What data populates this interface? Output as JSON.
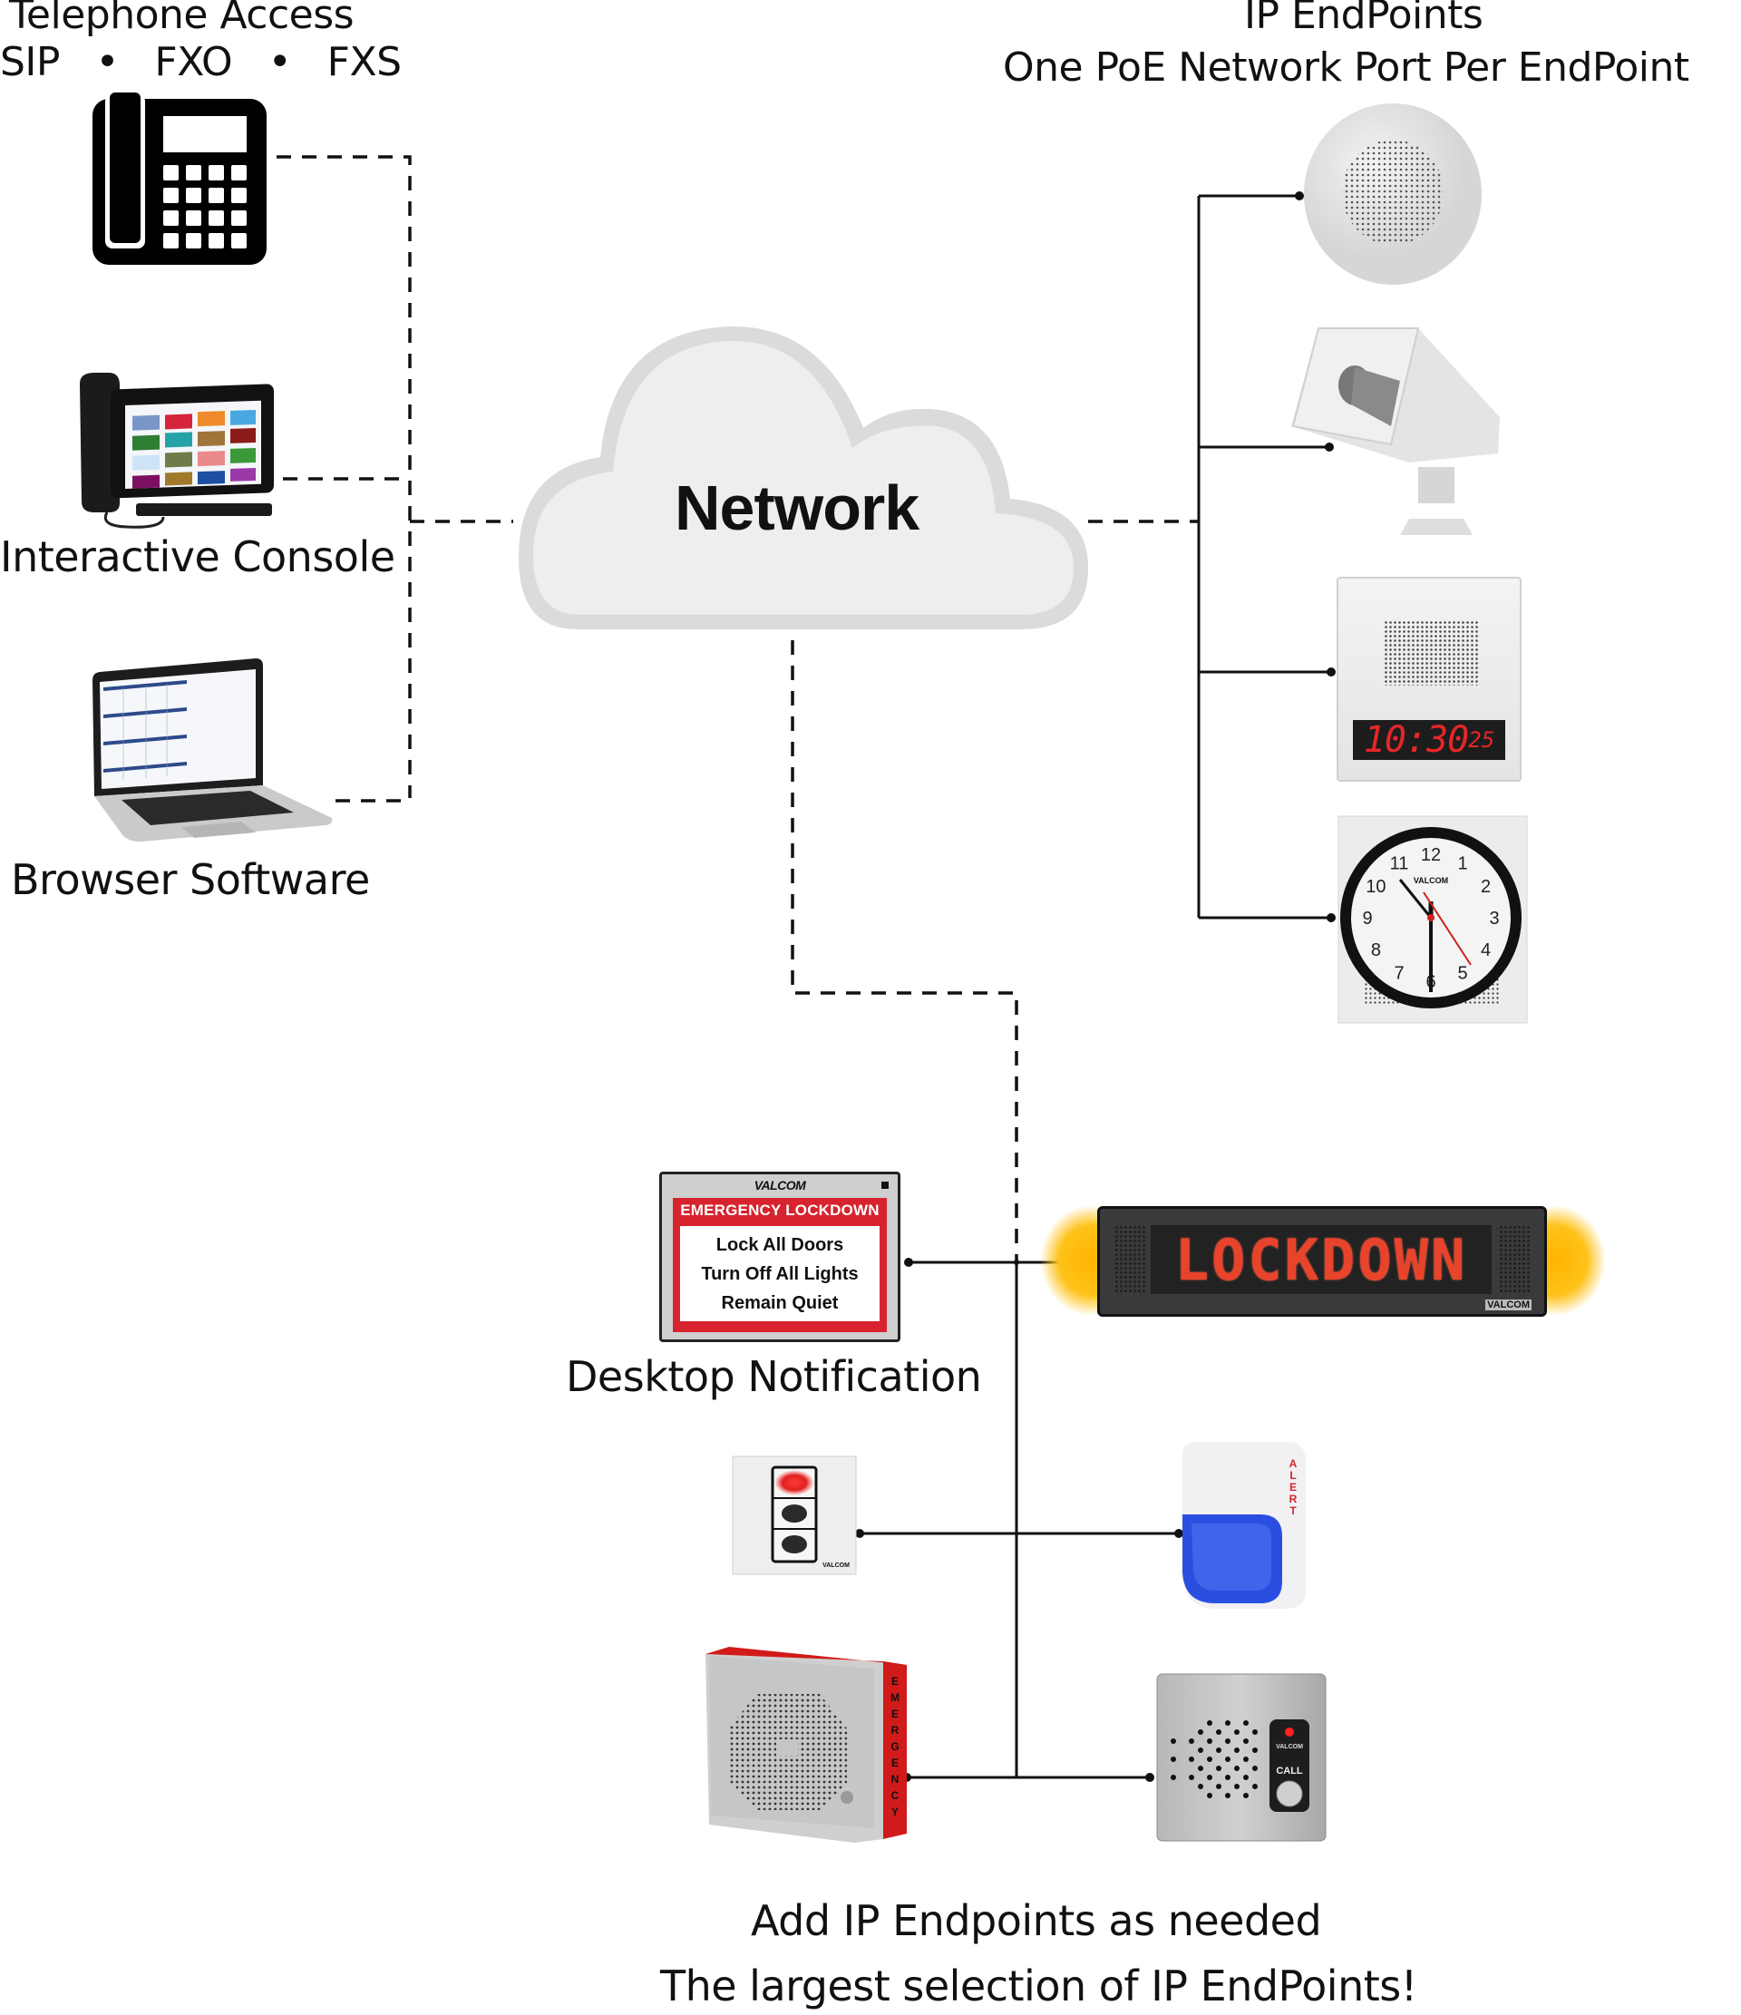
{
  "headings": {
    "telephone_title": "Telephone Access",
    "telephone_protocols": [
      "SIP",
      "FXO",
      "FXS"
    ],
    "telephone_separator": "•",
    "endpoints_title": "IP EndPoints",
    "endpoints_subtitle": "One PoE Network Port Per EndPoint"
  },
  "left_devices": {
    "console_label": "Interactive Console",
    "browser_label": "Browser Software"
  },
  "network": {
    "label": "Network"
  },
  "right_endpoints": {
    "speaker_clock_time": "10:30",
    "speaker_clock_seconds": "25",
    "analog_clock_brand": "VALCOM",
    "analog_clock_numbers": [
      "12",
      "1",
      "2",
      "3",
      "4",
      "5",
      "6",
      "7",
      "8",
      "9",
      "10",
      "11"
    ]
  },
  "notification": {
    "brand": "VALCOM",
    "header": "EMERGENCY LOCKDOWN",
    "lines": [
      "Lock All Doors",
      "Turn Off All Lights",
      "Remain Quiet"
    ],
    "label": "Desktop Notification"
  },
  "sign": {
    "message": "LOCKDOWN",
    "brand": "VALCOM"
  },
  "bottom_endpoints": {
    "strobe_text": "ALERT",
    "emergency_box_text": "EMERGENCY",
    "intercom_brand": "VALCOM",
    "intercom_button": "CALL",
    "switch_brand": "VALCOM"
  },
  "footer": {
    "line1": "Add IP Endpoints as needed",
    "line2": "The largest selection of IP EndPoints!"
  },
  "colors": {
    "alert_red": "#d7232e",
    "led_red": "#e52727",
    "strobe_blue": "#2a4fe0",
    "glow_amber": "#ffb400",
    "cloud_fill": "#efedef",
    "cloud_border": "#dcdadb"
  }
}
